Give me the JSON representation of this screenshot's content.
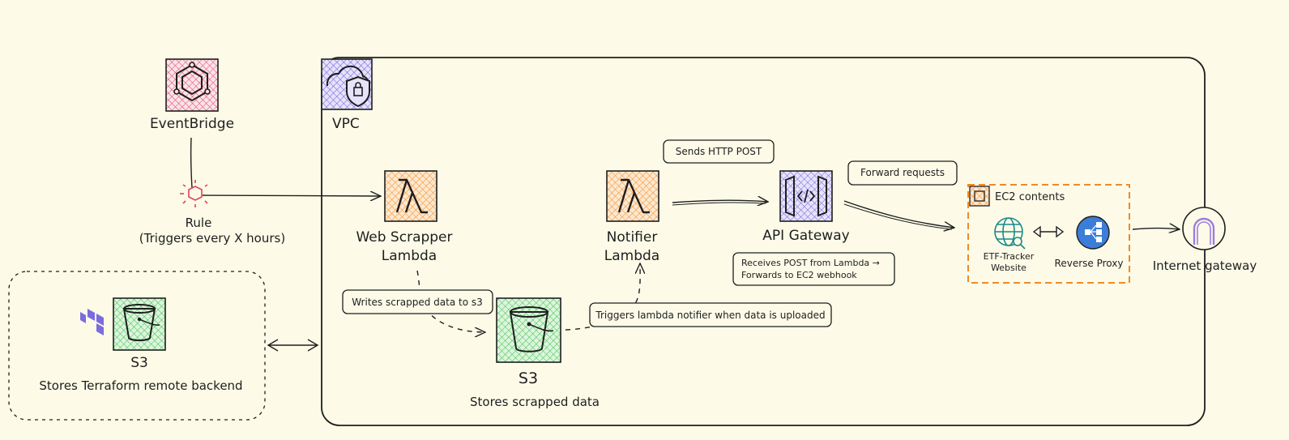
{
  "colors": {
    "background": "#fdfbe8",
    "eventbridge": "#e03e65",
    "lambda": "#f08a24",
    "s3": "#3fbf4f",
    "vpc": "#6c5fd6",
    "api_gateway": "#7b68ee",
    "ec2_border": "#f08a24",
    "reverse_proxy": "#3b7dd8",
    "internet_gateway": "#9b7ee0",
    "stroke": "#1e1e1e"
  },
  "eventbridge": {
    "label": "EventBridge",
    "icon": "eventbridge-icon"
  },
  "rule": {
    "label": "Rule",
    "sublabel": "(Triggers every X hours)",
    "icon": "rule-icon"
  },
  "vpc": {
    "label": "VPC",
    "icon": "vpc-shield-icon"
  },
  "web_scraper": {
    "line1": "Web Scrapper",
    "line2": "Lambda",
    "icon": "lambda-icon"
  },
  "notifier": {
    "line1": "Notifier",
    "line2": "Lambda",
    "icon": "lambda-icon"
  },
  "api_gateway": {
    "label": "API Gateway",
    "icon": "api-gateway-icon"
  },
  "s3_data": {
    "label": "S3",
    "caption": "Stores scrapped data",
    "icon": "bucket-icon"
  },
  "s3_backend": {
    "label": "S3",
    "caption": "Stores Terraform remote backend",
    "icon": "bucket-icon"
  },
  "terraform": {
    "icon": "terraform-icon"
  },
  "ec2": {
    "label": "EC2 contents",
    "icon": "chip-icon",
    "website_line1": "ETF-Tracker",
    "website_line2": "Website",
    "proxy_label": "Reverse Proxy"
  },
  "internet_gateway": {
    "label": "Internet gateway",
    "icon": "internet-gateway-icon"
  },
  "notes": {
    "writes": "Writes scrapped data to s3",
    "triggers": "Triggers lambda notifier when data is uploaded",
    "sends": "Sends HTTP POST",
    "receives_line1": "Receives POST from Lambda →",
    "receives_line2": "Forwards to EC2 webhook",
    "forward": "Forward requests"
  }
}
